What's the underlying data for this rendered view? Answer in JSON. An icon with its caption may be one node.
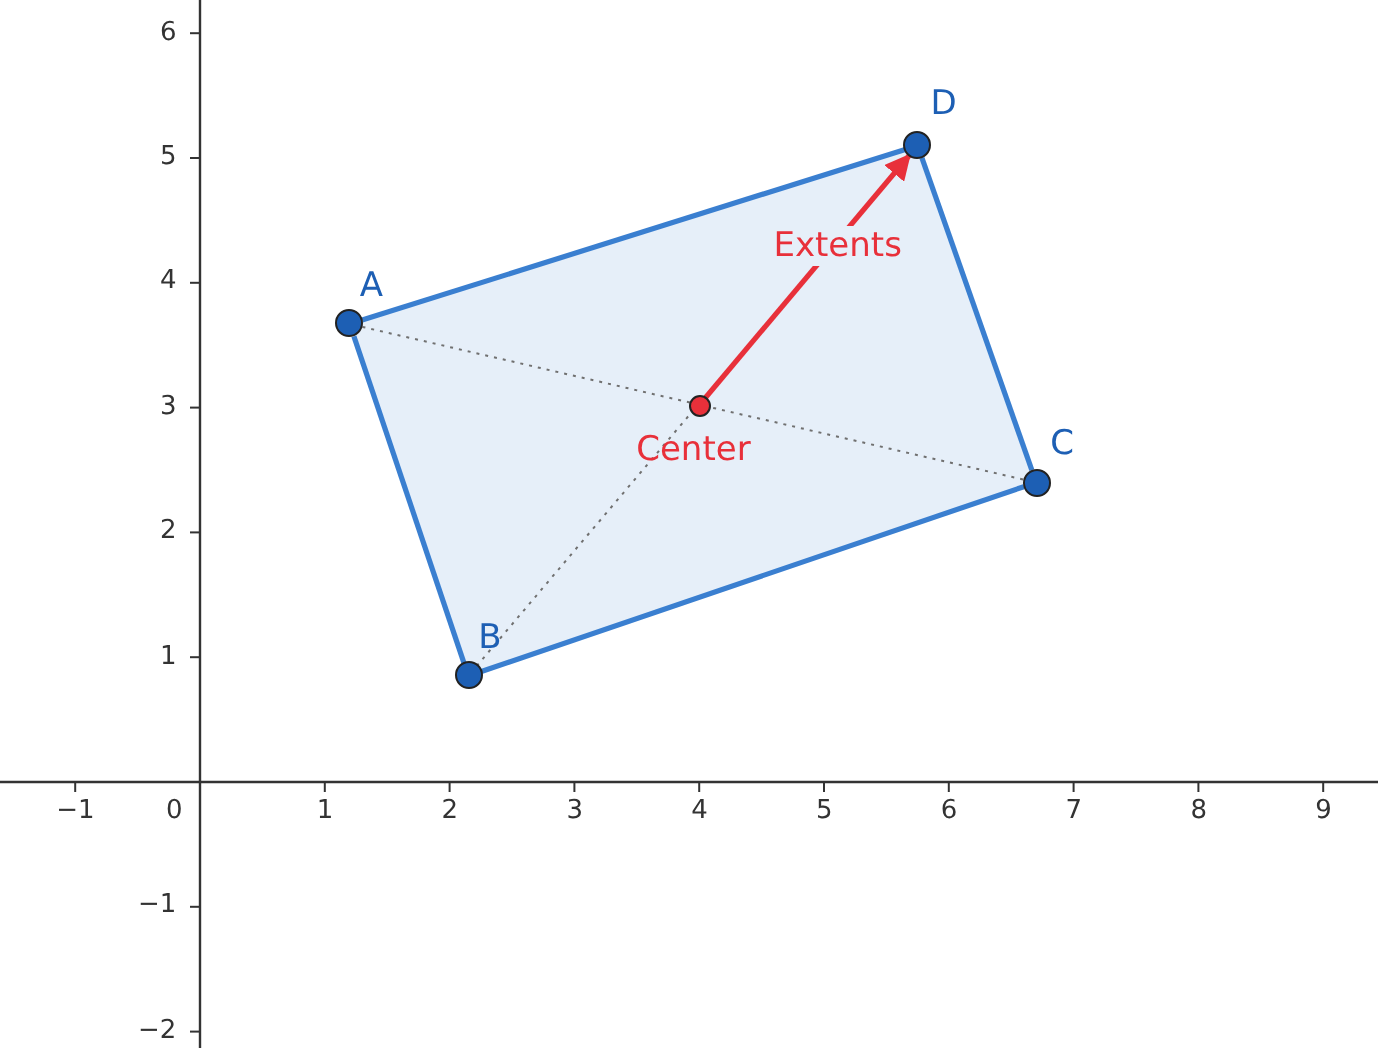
{
  "diagram": {
    "nodes": [
      {
        "text": [
          "A"
        ]
      },
      {
        "text": [
          "B"
        ]
      },
      {
        "text": [
          "C"
        ]
      },
      {
        "text": [
          "D"
        ]
      },
      {
        "text": [
          "Center"
        ]
      }
    ],
    "edges": [
      {
        "from": 0,
        "to": 3,
        "arrow": "none"
      },
      {
        "from": 3,
        "to": 2,
        "arrow": "none"
      },
      {
        "from": 2,
        "to": 1,
        "arrow": "none"
      },
      {
        "from": 1,
        "to": 0,
        "arrow": "none"
      },
      {
        "from": 0,
        "to": 2,
        "arrow": "none",
        "style": "dashed",
        "color": "#707070"
      },
      {
        "from": 1,
        "to": 3,
        "arrow": "none",
        "style": "dashed",
        "color": "#707070"
      },
      {
        "from": 4,
        "to": 3,
        "arrow": "to",
        "label": "Extents",
        "color": "#e8303a"
      }
    ],
    "labels": [
      "6",
      "5",
      "4",
      "3",
      "2",
      "1",
      "−1",
      "0",
      "1",
      "2",
      "3",
      "4",
      "5",
      "6",
      "7",
      "8",
      "9",
      "−1",
      "−2"
    ]
  }
}
